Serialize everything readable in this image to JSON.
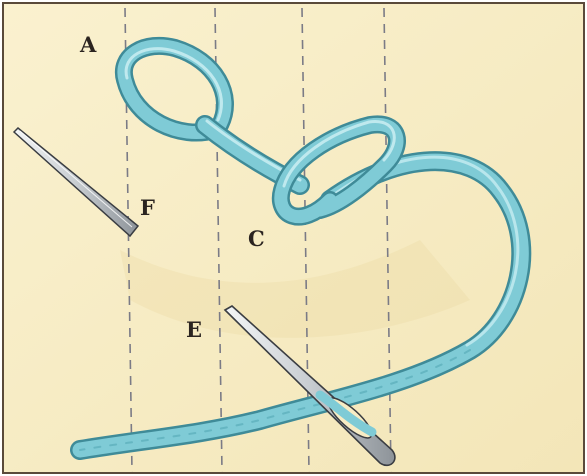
{
  "labels": {
    "a": "A",
    "c": "C",
    "e": "E",
    "f": "F"
  },
  "colors": {
    "fabric": "#f7ecc4",
    "border": "#5a4a3a",
    "guide_lines": "#7b7b86",
    "thread": "#7fcbd6",
    "thread_shadow": "#3f8b98",
    "thread_highlight": "#bfe9ee",
    "needle": "#d9dde0",
    "needle_outline": "#3a3d42"
  },
  "icons": {
    "needle_left": "needle-icon",
    "needle_right": "needle-icon"
  }
}
